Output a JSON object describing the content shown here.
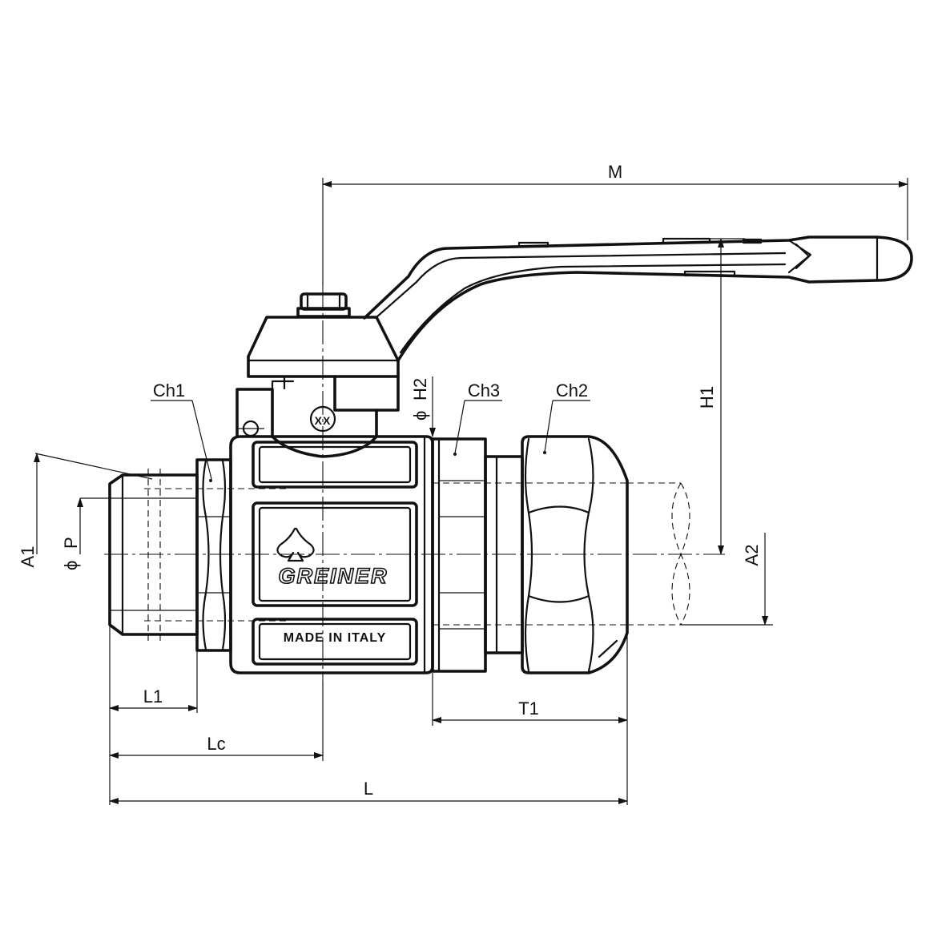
{
  "diagram": {
    "labels": {
      "M": "M",
      "H1": "H1",
      "H2": "H2",
      "A1": "A1",
      "A2": "A2",
      "P": "P",
      "diameter_symbol": "ϕ",
      "L1": "L1",
      "Lc": "Lc",
      "L": "L",
      "T1": "T1",
      "Ch1": "Ch1",
      "Ch2": "Ch2",
      "Ch3": "Ch3"
    },
    "body_text": {
      "brand": "GREINER",
      "origin": "MADE IN ITALY",
      "stamp": "XX"
    }
  }
}
